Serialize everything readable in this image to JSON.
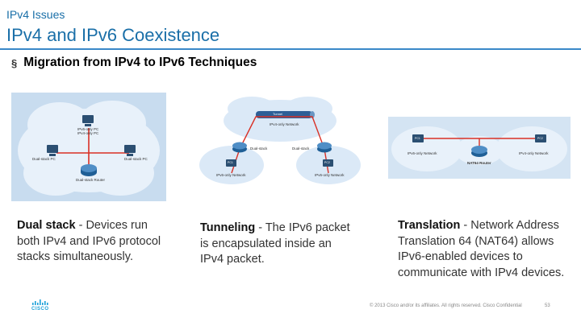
{
  "header": {
    "section_label": "IPv4 Issues",
    "title": "IPv4 and IPv6 Coexistence"
  },
  "bullet": {
    "marker": "§",
    "text": "Migration from IPv4 to IPv6 Techniques"
  },
  "diagrams": {
    "dual_stack": {
      "labels": [
        "IPv6-only PC",
        "IPv4-only PC",
        "Dual-stack PC",
        "Dual-stack PC",
        "Dual-stack Router"
      ],
      "icons": [
        "cloud-icon",
        "pc-icon",
        "router-icon"
      ]
    },
    "tunneling": {
      "labels": [
        "Tunnel",
        "IPv4-only Network",
        "Dual-stack",
        "Dual-stack",
        "PC1",
        "PC2",
        "IPv6-only Network",
        "IPv6-only Network"
      ],
      "icons": [
        "cloud-icon",
        "tunnel-pipe-icon",
        "router-icon",
        "pc-icon"
      ]
    },
    "translation": {
      "labels": [
        "PC1",
        "PC2",
        "IPv6-only Network",
        "IPv4-only Network",
        "NAT64 Router"
      ],
      "icons": [
        "cloud-icon",
        "router-icon",
        "pc-icon"
      ]
    }
  },
  "columns": [
    {
      "term": "Dual stack",
      "separator": " - ",
      "description": "Devices run both IPv4 and IPv6 protocol stacks simultaneously."
    },
    {
      "term": "Tunneling",
      "separator": " - ",
      "description": "The IPv6 packet is encapsulated inside an IPv4 packet."
    },
    {
      "term": "Translation",
      "separator": " - ",
      "description": "Network Address Translation 64 (NAT64) allows IPv6-enabled devices to communicate with IPv4 devices."
    }
  ],
  "footer": {
    "copyright": "© 2013 Cisco and/or its affiliates. All rights reserved.   Cisco Confidential",
    "page_number": "53",
    "logo_text": "CISCO"
  },
  "colors": {
    "title": "#1a6fa8",
    "rule": "#3a88c8",
    "cloud_fill": "#dbe9f7",
    "diagram_bg": "#c8dcef",
    "router": "#1f5f96",
    "red_path": "#d93025",
    "tunnel_pipe": "#2e5f96",
    "logo": "#1aa0d8"
  }
}
